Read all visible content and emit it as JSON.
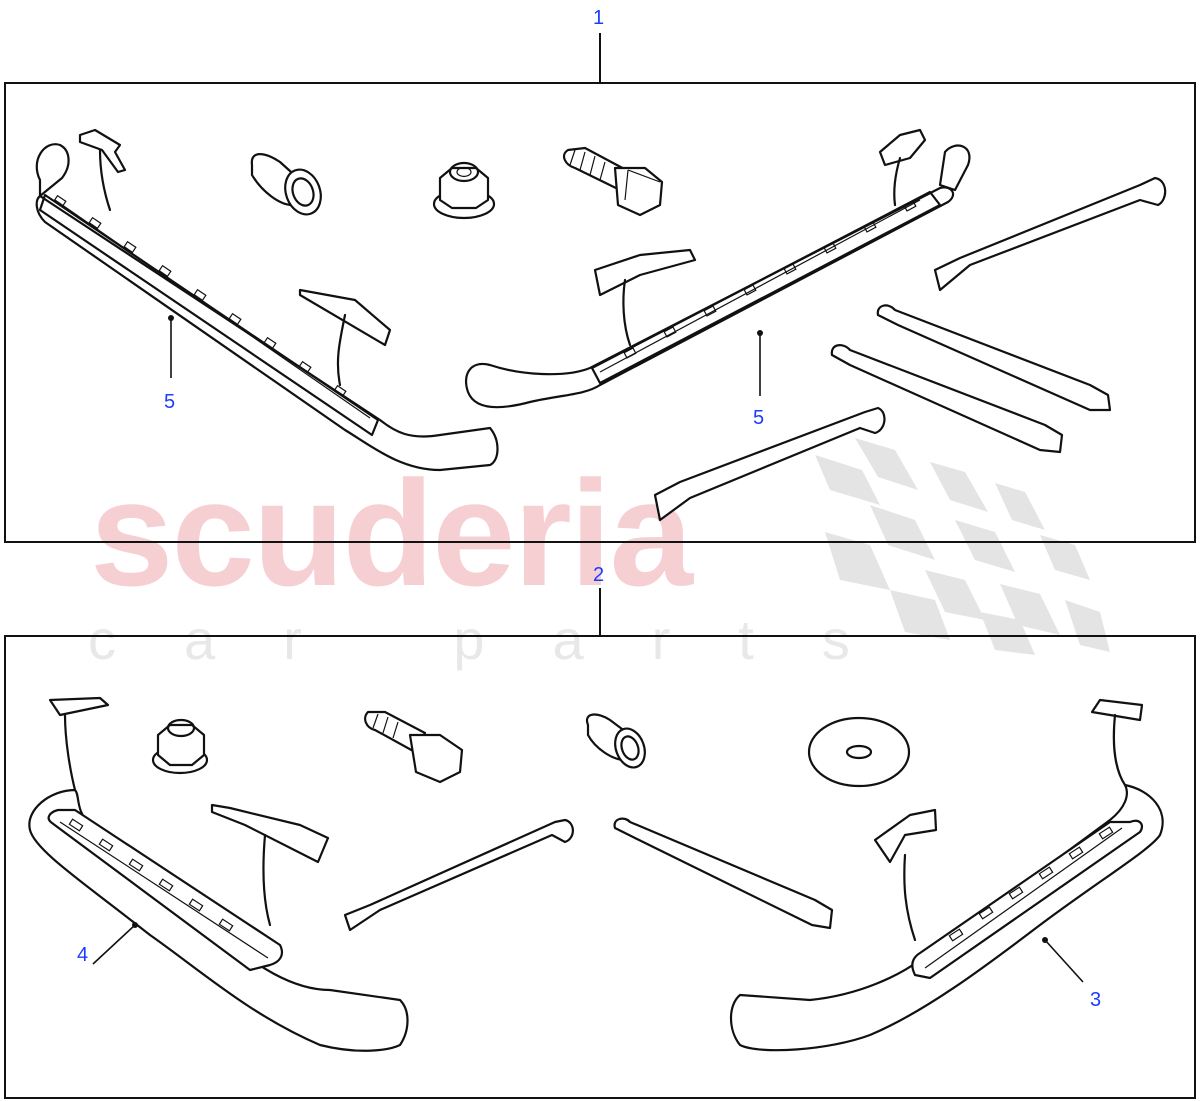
{
  "diagram": {
    "type": "parts-exploded-view",
    "subject": "side steps / running boards with mounting brackets and fixings",
    "groups": [
      {
        "id": "panel-1",
        "label": "1",
        "parts": [
          "side-step-left",
          "side-step-right",
          "rivet-nut",
          "flange-nut",
          "flange-bolt",
          "support-strut-a",
          "support-strut-b",
          "support-strut-c",
          "support-strut-d"
        ],
        "callouts": [
          {
            "label": "5",
            "target": "side-step-left"
          },
          {
            "label": "5",
            "target": "side-step-right"
          }
        ]
      },
      {
        "id": "panel-2",
        "label": "2",
        "parts": [
          "side-step-left",
          "side-step-right",
          "flange-nut",
          "flange-bolt",
          "rivet-nut",
          "washer",
          "support-strut-left",
          "support-strut-right"
        ],
        "callouts": [
          {
            "label": "4",
            "target": "side-step-left"
          },
          {
            "label": "3",
            "target": "side-step-right"
          }
        ]
      }
    ],
    "colors": {
      "line": "#111111",
      "callout_text": "#1a3cff",
      "watermark_red": "#f6cfd3",
      "watermark_grey": "#e8e8e8"
    }
  },
  "labels": {
    "group1": "1",
    "group2": "2",
    "c5a": "5",
    "c5b": "5",
    "c4": "4",
    "c3": "3"
  },
  "watermark": {
    "main": "scuderia",
    "sub": "car parts"
  }
}
